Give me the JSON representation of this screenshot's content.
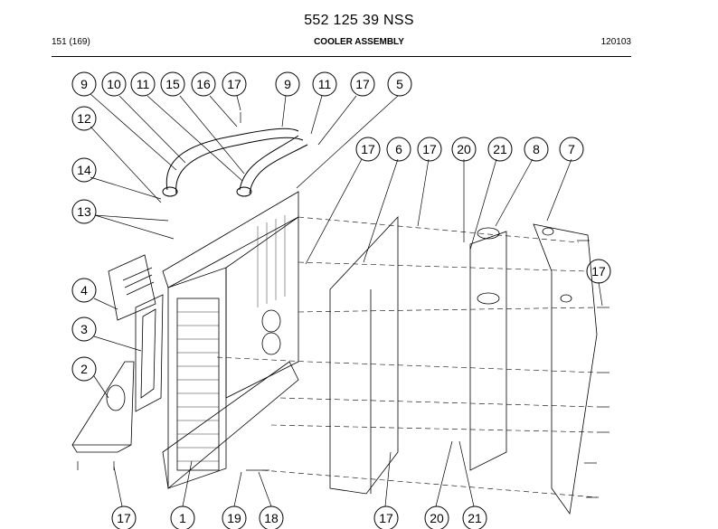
{
  "header": {
    "part_number": "552 125 39 NSS",
    "page_ref": "151 (169)",
    "section_title": "COOLER ASSEMBLY",
    "date_code": "120103"
  },
  "callouts": [
    "9",
    "10",
    "11",
    "15",
    "16",
    "17",
    "9",
    "11",
    "17",
    "5",
    "12",
    "14",
    "13",
    "17",
    "6",
    "17",
    "20",
    "21",
    "8",
    "7",
    "17",
    "4",
    "3",
    "2",
    "17",
    "1",
    "19",
    "18",
    "17",
    "20",
    "21"
  ]
}
